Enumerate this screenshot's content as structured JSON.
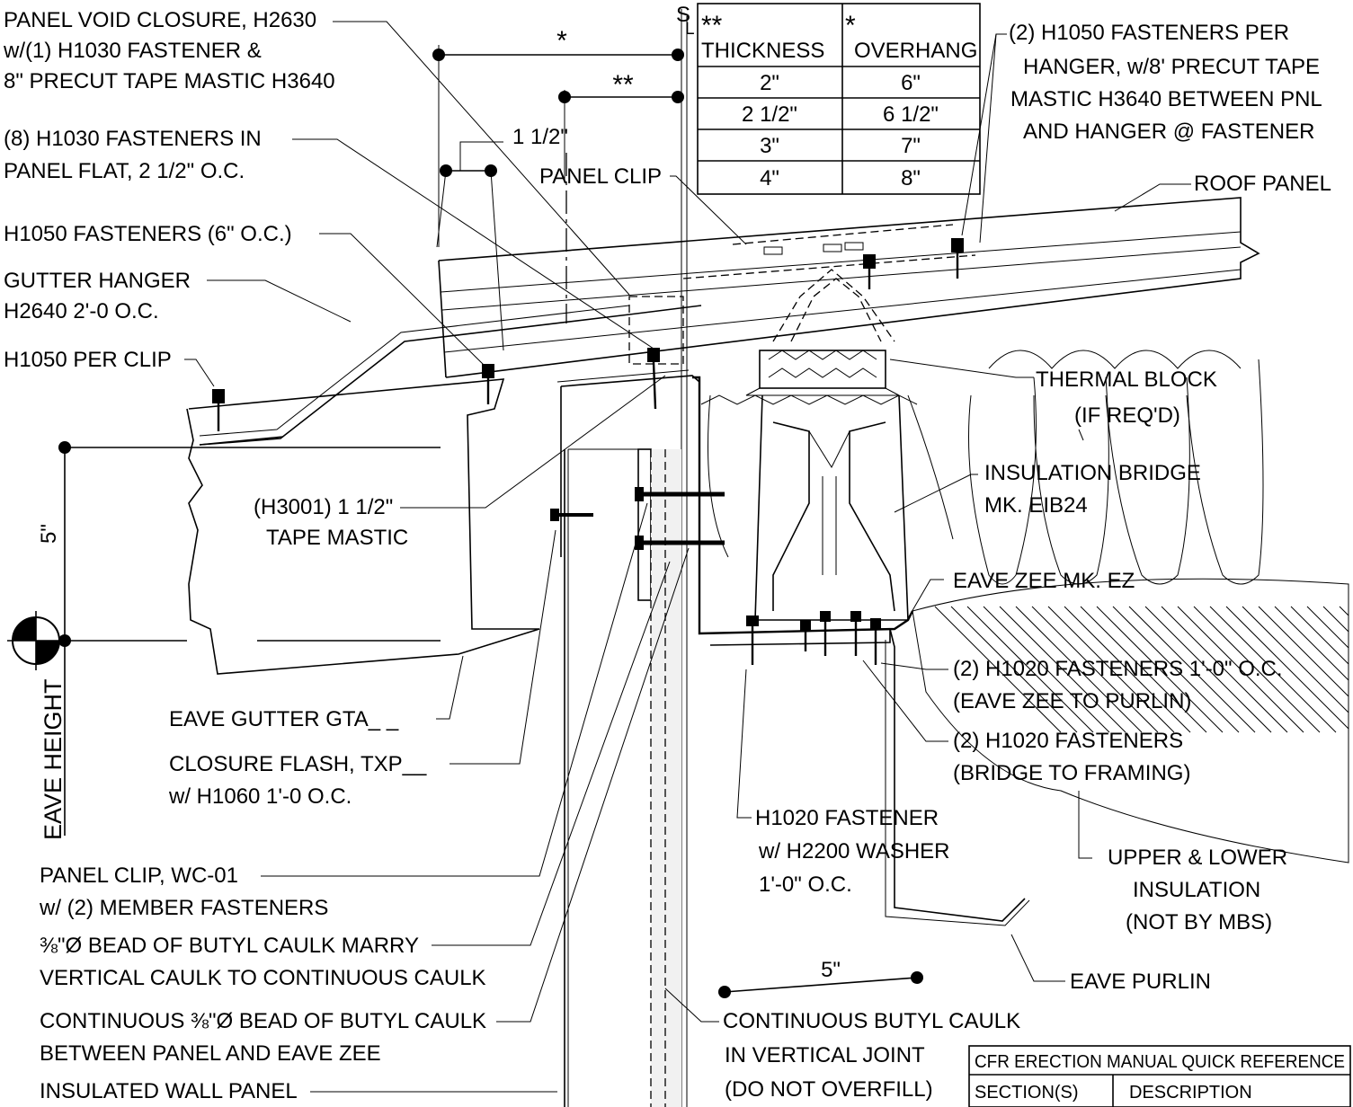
{
  "table": {
    "header_star2": "**",
    "header_star1": "*",
    "col1": "THICKNESS",
    "col2": "OVERHANG",
    "rows": [
      [
        "2\"",
        "6\""
      ],
      [
        "2 1/2\"",
        "6 1/2\""
      ],
      [
        "3\"",
        "7\""
      ],
      [
        "4\"",
        "8\""
      ]
    ]
  },
  "dimensions": {
    "star": "*",
    "star2": "**",
    "one_half": "1 1/2\"",
    "five_vertical": "5\"",
    "five_bottom": "5\"",
    "centerline": "S",
    "centerline_sub": "L"
  },
  "labels": {
    "panel_void": [
      "PANEL VOID CLOSURE, H2630",
      "w/(1) H1030 FASTENER &",
      "8\" PRECUT TAPE MASTIC H3640"
    ],
    "h1030_fasteners": [
      "(8) H1030 FASTENERS IN",
      "PANEL FLAT, 2 1/2\" O.C."
    ],
    "h1050_6oc": "H1050 FASTENERS  (6\" O.C.)",
    "gutter_hanger": [
      "GUTTER HANGER",
      "H2640 2'-0 O.C."
    ],
    "h1050_clip": "H1050 PER CLIP",
    "panel_clip": "PANEL CLIP",
    "tape_mastic": [
      "(H3001) 1 1/2\"",
      "TAPE MASTIC"
    ],
    "h1050_per_hanger": [
      "(2) H1050 FASTENERS PER",
      "HANGER, w/8' PRECUT TAPE",
      "MASTIC H3640 BETWEEN PNL",
      "AND HANGER @ FASTENER"
    ],
    "roof_panel": "ROOF PANEL",
    "thermal_block": [
      "THERMAL BLOCK",
      "(IF REQ'D)"
    ],
    "insulation_bridge": [
      "INSULATION BRIDGE",
      "MK. EIB24"
    ],
    "eave_zee": "EAVE ZEE MK. EZ",
    "h1020_zee": [
      "(2) H1020 FASTENERS 1'-0\" O.C.",
      "(EAVE ZEE TO PURLIN)"
    ],
    "h1020_bridge": [
      "(2) H1020 FASTENERS",
      "(BRIDGE TO FRAMING)"
    ],
    "h1020_washer": [
      "H1020 FASTENER",
      "w/ H2200 WASHER",
      "1'-0\" O.C."
    ],
    "upper_lower_insulation": [
      "UPPER & LOWER",
      "INSULATION",
      "(NOT BY MBS)"
    ],
    "eave_purlin": "EAVE PURLIN",
    "eave_gutter": "EAVE GUTTER GTA_ _",
    "closure_flash": [
      "CLOSURE FLASH,  TXP__",
      "w/ H1060  1'-0 O.C."
    ],
    "eave_height": "EAVE HEIGHT",
    "panel_clip_wc": [
      "PANEL CLIP, WC-01",
      "w/ (2) MEMBER FASTENERS"
    ],
    "butyl_marry": [
      "⅜\"Ø BEAD OF BUTYL CAULK MARRY",
      "VERTICAL CAULK TO CONTINUOUS CAULK"
    ],
    "butyl_continuous": [
      "CONTINUOUS ⅜\"Ø BEAD OF BUTYL CAULK",
      "BETWEEN PANEL AND EAVE ZEE"
    ],
    "insulated_wall": "INSULATED WALL PANEL",
    "butyl_vertical": [
      "CONTINUOUS BUTYL CAULK",
      "IN VERTICAL JOINT",
      "(DO NOT OVERFILL)"
    ]
  },
  "quick_reference": {
    "title": "CFR ERECTION MANUAL QUICK REFERENCE",
    "col1": "SECTION(S)",
    "col2": "DESCRIPTION"
  }
}
